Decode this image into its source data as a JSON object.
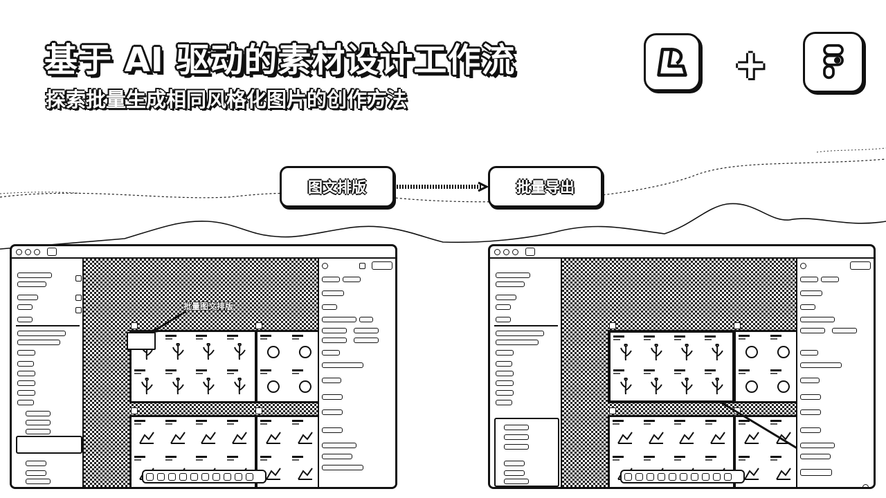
{
  "title": "基于 AI 驱动的素材设计工作流",
  "subtitle": "探索批量生成相同风格化图片的创作方法",
  "logos": [
    "liblib-logo",
    "figma-logo"
  ],
  "plus_sign": "+",
  "steps": [
    {
      "label": "图文排版"
    },
    {
      "label": "批量导出"
    }
  ],
  "left_window": {
    "callout": "批量图文排版"
  }
}
